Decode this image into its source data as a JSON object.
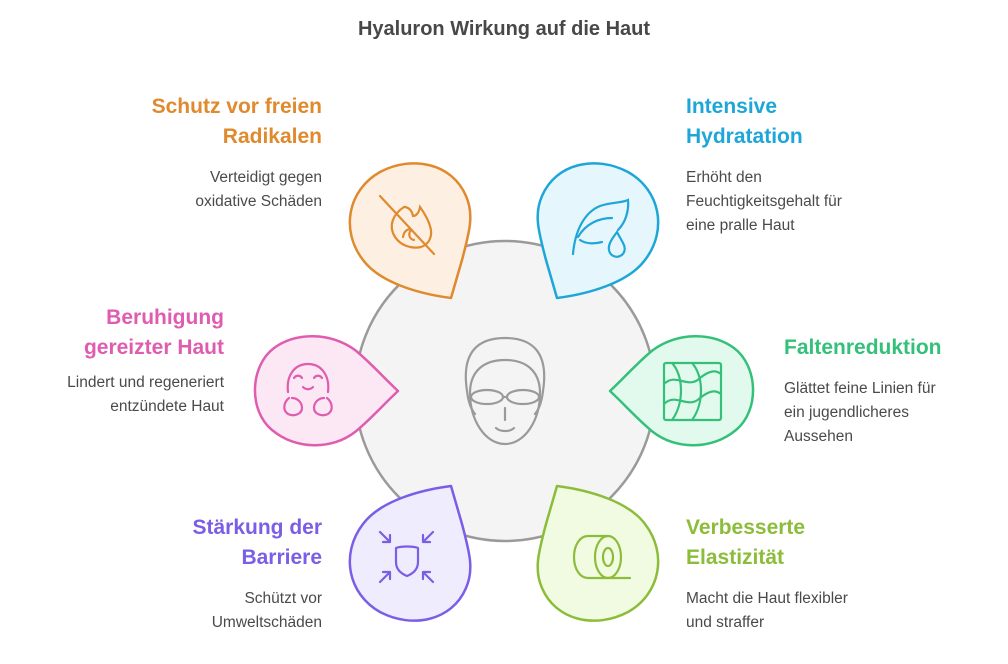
{
  "title": "Hyaluron Wirkung auf die Haut",
  "center": {
    "icon": "face-with-glasses-icon",
    "fill": "#f4f4f4",
    "stroke": "#9a9a9a"
  },
  "items": [
    {
      "id": "radicals",
      "title": "Schutz vor freien Radikalen",
      "title_lines": [
        "Schutz vor freien",
        "Radikalen"
      ],
      "desc_lines": [
        "Verteidigt gegen",
        "oxidative Schäden"
      ],
      "icon": "no-fire-icon",
      "color": "#e08a2e",
      "fill": "#fdf0e3",
      "side": "left"
    },
    {
      "id": "hydration",
      "title": "Intensive Hydratation",
      "title_lines": [
        "Intensive",
        "Hydratation"
      ],
      "desc_lines": [
        "Erhöht den",
        "Feuchtigkeitsgehalt für",
        "eine pralle Haut"
      ],
      "icon": "leaf-drop-icon",
      "color": "#1ea6d8",
      "fill": "#e6f6fd",
      "side": "right"
    },
    {
      "id": "soothing",
      "title": "Beruhigung gereizter Haut",
      "title_lines": [
        "Beruhigung",
        "gereizter Haut"
      ],
      "desc_lines": [
        "Lindert und regeneriert",
        "entzündete Haut"
      ],
      "icon": "calm-face-icon",
      "color": "#df5cae",
      "fill": "#fce7f4",
      "side": "left"
    },
    {
      "id": "wrinkles",
      "title": "Faltenreduktion",
      "title_lines": [
        "Faltenreduktion"
      ],
      "desc_lines": [
        "Glättet feine Linien für",
        "ein jugendlicheres",
        "Aussehen"
      ],
      "icon": "wavy-grid-icon",
      "color": "#35c07a",
      "fill": "#e2faee",
      "side": "right"
    },
    {
      "id": "barrier",
      "title": "Stärkung der Barriere",
      "title_lines": [
        "Stärkung der",
        "Barriere"
      ],
      "desc_lines": [
        "Schützt vor",
        "Umweltschäden"
      ],
      "icon": "shield-arrows-icon",
      "color": "#7a5ee6",
      "fill": "#efecfd",
      "side": "left"
    },
    {
      "id": "elasticity",
      "title": "Verbesserte Elastizität",
      "title_lines": [
        "Verbesserte",
        "Elastizität"
      ],
      "desc_lines": [
        "Macht die Haut flexibler",
        "und straffer"
      ],
      "icon": "roll-icon",
      "color": "#8cbd3a",
      "fill": "#f1fbe2",
      "side": "right"
    }
  ]
}
